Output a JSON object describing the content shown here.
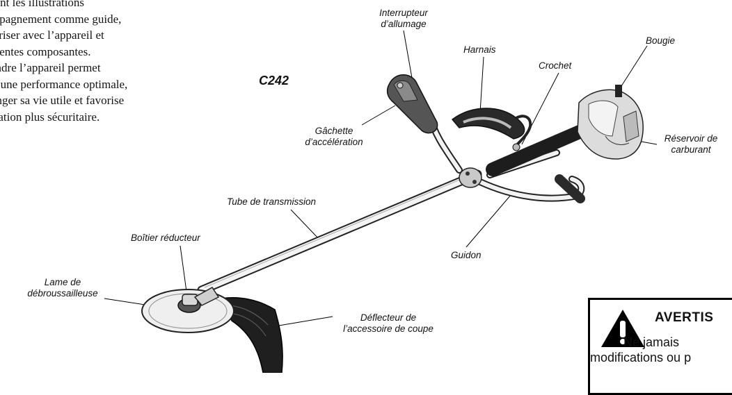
{
  "intro_lines": [
    "sant les illustrations",
    "mpagnement comme guide,",
    "iariser avec l’appareil et",
    "érentes composantes.",
    "endre l’appareil permet",
    "ir une performance optimale,",
    "onger sa vie utile et favorise",
    "isation plus sécuritaire."
  ],
  "model": "C242",
  "labels": {
    "interrupteur_1": "Interrupteur",
    "interrupteur_2": "d’allumage",
    "harnais": "Harnais",
    "crochet": "Crochet",
    "bougie": "Bougie",
    "gachette_1": "Gâchette",
    "gachette_2": "d’accélération",
    "reservoir_1": "Réservoir de",
    "reservoir_2": "carburant",
    "tube": "Tube de transmission",
    "boitier": "Boîtier réducteur",
    "guidon": "Guidon",
    "lame_1": "Lame de",
    "lame_2": "débroussailleuse",
    "deflecteur_1": "Déflecteur  de",
    "deflecteur_2": "l’accessoire de coupe"
  },
  "warning": {
    "title": "AVERTIS",
    "line1": "Ne jamais",
    "line2": "modifications ou p"
  }
}
